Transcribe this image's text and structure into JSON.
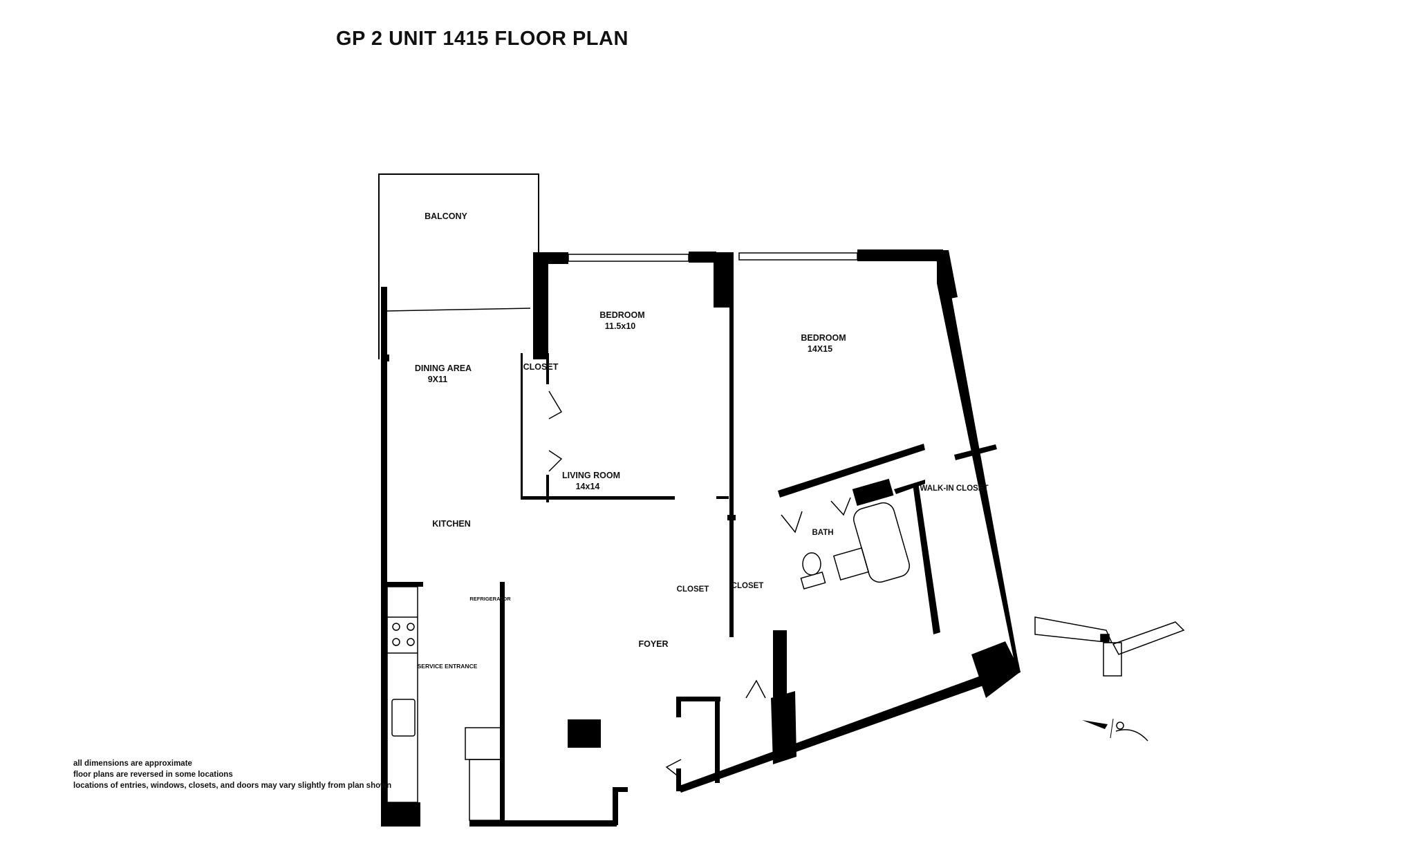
{
  "title": "GP 2 UNIT 1415 FLOOR PLAN",
  "rooms": {
    "balcony": "BALCONY",
    "bedroom1": {
      "name": "BEDROOM",
      "size": "11.5x10"
    },
    "bedroom2": {
      "name": "BEDROOM",
      "size": "14X15"
    },
    "dining": {
      "name": "DINING AREA",
      "size": "9X11"
    },
    "closet_bedroom1": "CLOSET",
    "living": {
      "name": "LIVING ROOM",
      "size": "14x14"
    },
    "kitchen": "KITCHEN",
    "refrigerator": "REFRIGERATOR",
    "walk_in_closet": "WALK-IN CLOSET",
    "bath": "BATH",
    "closet_foyer": "CLOSET",
    "closet_hall": "CLOSET",
    "foyer": "FOYER",
    "service_entrance": "SERVICE ENTRANCE"
  },
  "notes": [
    "all dimensions are approximate",
    "floor plans are reversed in some locations",
    "locations of entries, windows, closets, and doors may vary slightly from plan shown"
  ],
  "colors": {
    "wall": "#000000",
    "background": "#ffffff"
  }
}
